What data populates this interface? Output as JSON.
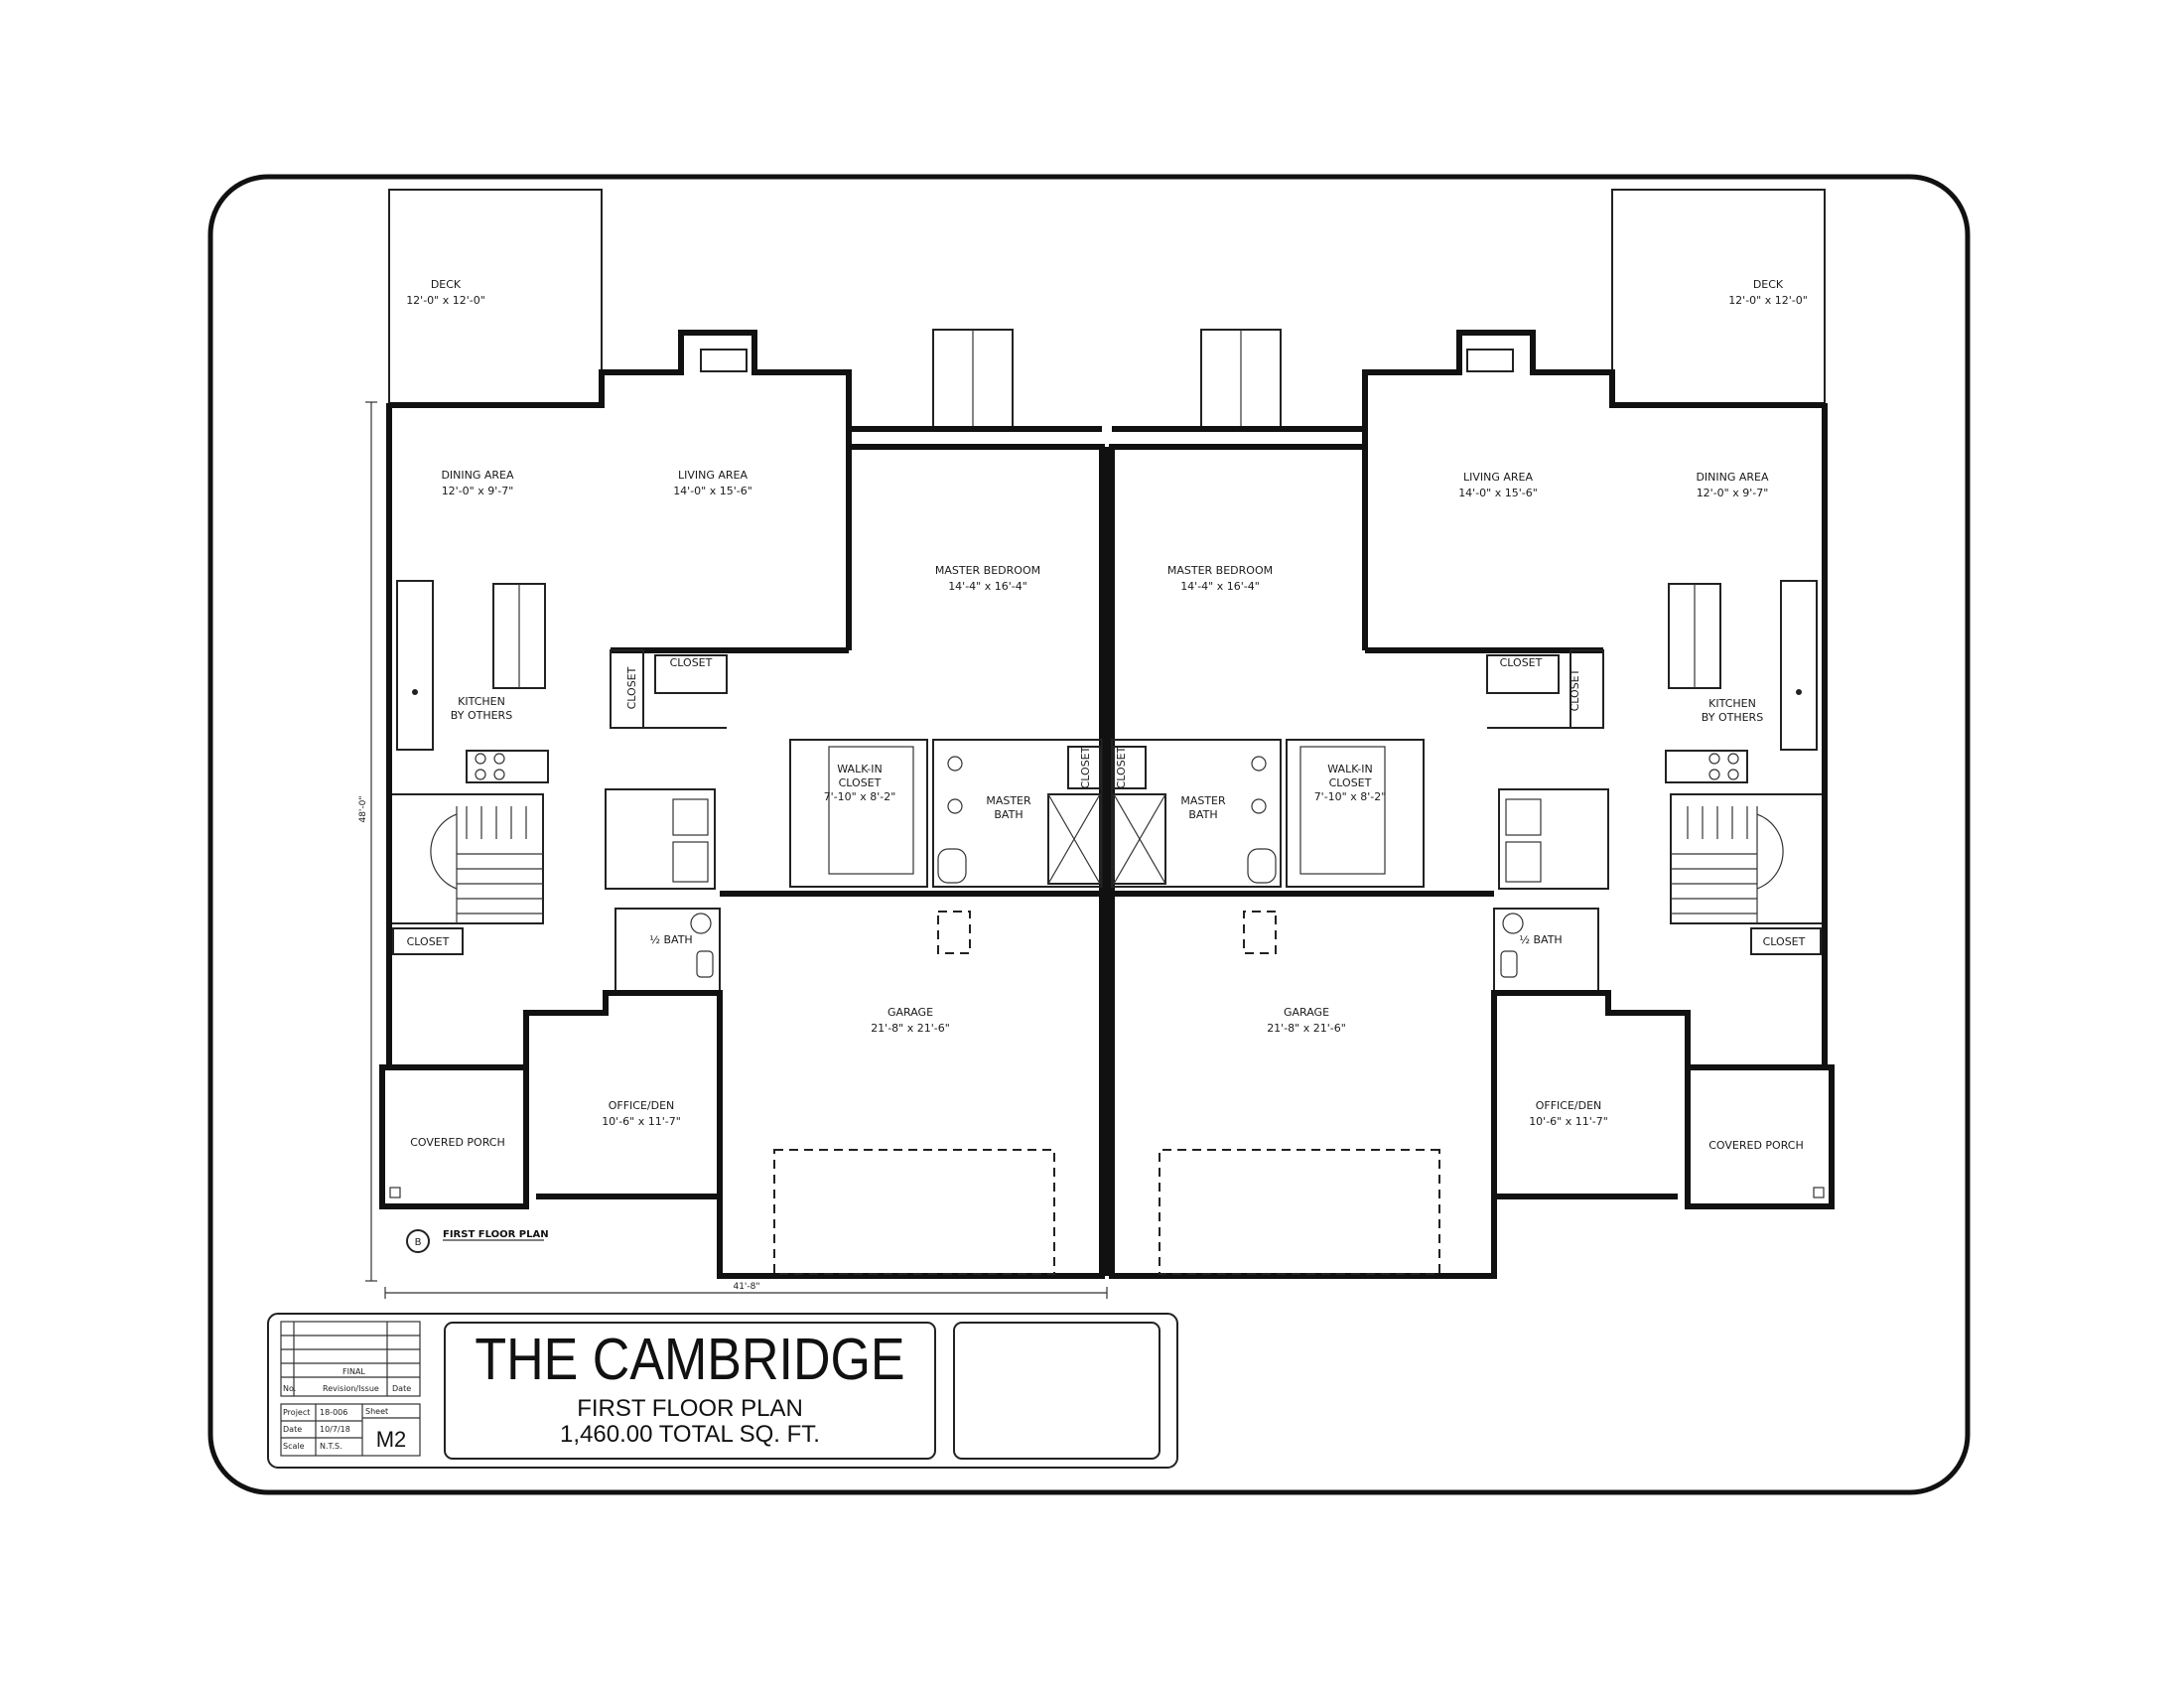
{
  "units": {
    "left": {
      "deck": {
        "name": "DECK",
        "dim": "12'-0\" x 12'-0\""
      },
      "dining": {
        "name": "DINING AREA",
        "dim": "12'-0\" x 9'-7\""
      },
      "living": {
        "name": "LIVING AREA",
        "dim": "14'-0\" x 15'-6\""
      },
      "master_bedroom": {
        "name": "MASTER BEDROOM",
        "dim": "14'-4\" x 16'-4\""
      },
      "kitchen": {
        "line1": "KITCHEN",
        "line2": "BY OTHERS"
      },
      "closet_a": "CLOSET",
      "closet_b": "CLOSET",
      "walkin": {
        "line1": "WALK-IN",
        "line2": "CLOSET",
        "dim": "7'-10\" x 8'-2\""
      },
      "master_bath": {
        "line1": "MASTER",
        "line2": "BATH"
      },
      "closet_c": "CLOSET",
      "half_bath": "½ BATH",
      "closet_d": "CLOSET",
      "garage": {
        "name": "GARAGE",
        "dim": "21'-8\" x 21'-6\""
      },
      "office": {
        "name": "OFFICE/DEN",
        "dim": "10'-6\" x 11'-7\""
      },
      "porch": "COVERED PORCH"
    },
    "right": {
      "deck": {
        "name": "DECK",
        "dim": "12'-0\" x 12'-0\""
      },
      "dining": {
        "name": "DINING AREA",
        "dim": "12'-0\" x 9'-7\""
      },
      "living": {
        "name": "LIVING AREA",
        "dim": "14'-0\" x 15'-6\""
      },
      "master_bedroom": {
        "name": "MASTER BEDROOM",
        "dim": "14'-4\" x 16'-4\""
      },
      "kitchen": {
        "line1": "KITCHEN",
        "line2": "BY OTHERS"
      },
      "closet_a": "CLOSET",
      "closet_b": "CLOSET",
      "walkin": {
        "line1": "WALK-IN",
        "line2": "CLOSET",
        "dim": "7'-10\" x 8'-2\""
      },
      "master_bath": {
        "line1": "MASTER",
        "line2": "BATH"
      },
      "closet_c": "CLOSET",
      "half_bath": "½ BATH",
      "closet_d": "CLOSET",
      "garage": {
        "name": "GARAGE",
        "dim": "21'-8\" x 21'-6\""
      },
      "office": {
        "name": "OFFICE/DEN",
        "dim": "10'-6\" x 11'-7\""
      },
      "porch": "COVERED PORCH"
    }
  },
  "dimensions": {
    "overall_width": "41'-8\"",
    "overall_depth": "48'-0\""
  },
  "plan_tag": {
    "marker": "B",
    "label": "FIRST FLOOR PLAN"
  },
  "title_block": {
    "title": "THE CAMBRIDGE",
    "subtitle": "FIRST FLOOR PLAN",
    "area": "1,460.00 TOTAL SQ. FT.",
    "revision_header": "FINAL",
    "revision_cols": [
      "No.",
      "Revision/Issue",
      "Date"
    ],
    "project_label": "Project",
    "project_value": "18-006",
    "sheet_label": "Sheet",
    "sheet_value": "M2",
    "date_label": "Date",
    "date_value": "10/7/18",
    "scale_label": "Scale",
    "scale_value": "N.T.S."
  }
}
